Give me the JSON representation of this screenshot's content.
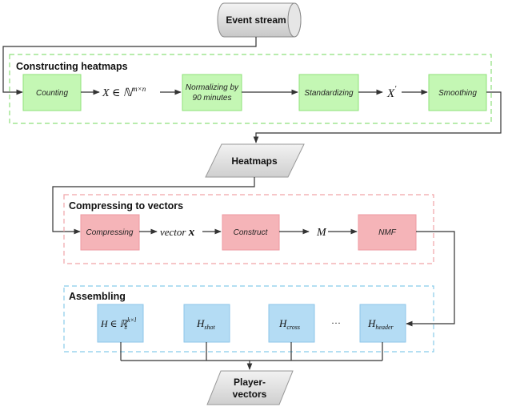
{
  "nodes": {
    "event_stream": "Event stream",
    "heatmaps": "Heatmaps",
    "player_vectors_line1": "Player-",
    "player_vectors_line2": "vectors"
  },
  "sections": {
    "constructing": {
      "title": "Constructing heatmaps",
      "counting": "Counting",
      "x_matrix": "X ∈ ℕ",
      "x_matrix_sup": "m×n",
      "normalizing_line1": "Normalizing by",
      "normalizing_line2": "90 minutes",
      "standardizing": "Standardizing",
      "x_prime": "X",
      "x_prime_sup": "′",
      "smoothing": "Smoothing"
    },
    "compressing": {
      "title": "Compressing to vectors",
      "compressing": "Compressing",
      "vector_word": "vector ",
      "vector_symbol": "x",
      "construct": "Construct",
      "m_symbol": "M",
      "nmf": "NMF"
    },
    "assembling": {
      "title": "Assembling",
      "h_matrix": "H ∈ ℝ",
      "h_matrix_sup": "k×l",
      "h_matrix_sub": "+",
      "h_shot": "H",
      "h_shot_sub": "shot",
      "h_cross": "H",
      "h_cross_sub": "cross",
      "ellipsis": "···",
      "h_header": "H",
      "h_header_sub": "header"
    }
  },
  "colors": {
    "green_fill": "#c4f7b4",
    "green_border": "#8fe07a",
    "red_fill": "#f5b4b8",
    "red_border": "#ee9aa0",
    "blue_fill": "#b4dcf4",
    "blue_border": "#8ec6ea",
    "io_fill": "#dcdcdc",
    "dash_green": "#8ee07c",
    "dash_red": "#f0a4a8",
    "dash_blue": "#88ccea"
  }
}
